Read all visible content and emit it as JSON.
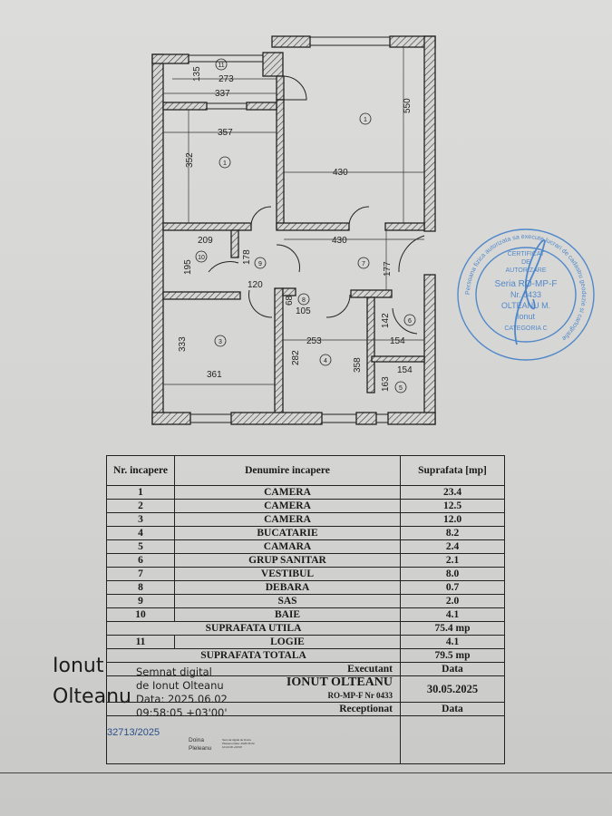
{
  "plan": {
    "room_markers": [
      "11",
      "1",
      "1",
      "10",
      "9",
      "7",
      "8",
      "3",
      "4",
      "6",
      "5"
    ],
    "dimensions": [
      "273",
      "135",
      "337",
      "357",
      "352",
      "430",
      "550",
      "209",
      "195",
      "178",
      "120",
      "430",
      "177",
      "68",
      "105",
      "142",
      "154",
      "154",
      "333",
      "361",
      "282",
      "253",
      "358",
      "163"
    ]
  },
  "table": {
    "headers": {
      "nr": "Nr. incapere",
      "name": "Denumire incapere",
      "area": "Suprafata [mp]"
    },
    "rows": [
      {
        "nr": "1",
        "name": "CAMERA",
        "area": "23.4"
      },
      {
        "nr": "2",
        "name": "CAMERA",
        "area": "12.5"
      },
      {
        "nr": "3",
        "name": "CAMERA",
        "area": "12.0"
      },
      {
        "nr": "4",
        "name": "BUCATARIE",
        "area": "8.2"
      },
      {
        "nr": "5",
        "name": "CAMARA",
        "area": "2.4"
      },
      {
        "nr": "6",
        "name": "GRUP SANITAR",
        "area": "2.1"
      },
      {
        "nr": "7",
        "name": "VESTIBUL",
        "area": "8.0"
      },
      {
        "nr": "8",
        "name": "DEBARA",
        "area": "0.7"
      },
      {
        "nr": "9",
        "name": "SAS",
        "area": "2.0"
      },
      {
        "nr": "10",
        "name": "BAIE",
        "area": "4.1"
      }
    ],
    "useful_label": "SUPRAFATA UTILA",
    "useful_value": "75.4 mp",
    "logia": {
      "nr": "11",
      "name": "LOGIE",
      "area": "4.1"
    },
    "total_label": "SUPRAFATA TOTALA",
    "total_value": "79.5 mp",
    "executant_label": "Executant",
    "date_label": "Data",
    "executant_name": "IONUT OLTEANU",
    "certificate": "RO-MP-F Nr 0433",
    "date_value": "30.05.2025",
    "receptionat_label": "Receptionat",
    "date_label2": "Data"
  },
  "signature": {
    "name_line1": "Ionut",
    "name_line2": "Olteanu",
    "info_line1": "Semnat digital",
    "info_line2": "de Ionut Olteanu",
    "info_line3": "Data: 2025.06.02",
    "info_line4": "09:58:05 +03'00'"
  },
  "registration": "32713/2025",
  "second_signer": {
    "line1": "Doina",
    "line2": "Pleleanu",
    "small": "Semnat digital de Doina Pleleanu Data: 2025.06.03 10:22:28 +03'00'"
  },
  "stamp": {
    "ring_text": "Persoana fizica autorizata sa execute lucrari de cadastru geodezie si cartografie",
    "line1": "CERTIFICAT",
    "line2": "DE",
    "line3": "AUTORIZARE",
    "line4": "Seria RO-MP-F",
    "line5": "Nr. 0433",
    "line6": "OLTEANU M.",
    "line7": "Ionut",
    "line8": "CATEGORIA C",
    "color": "#3a7bc8"
  }
}
